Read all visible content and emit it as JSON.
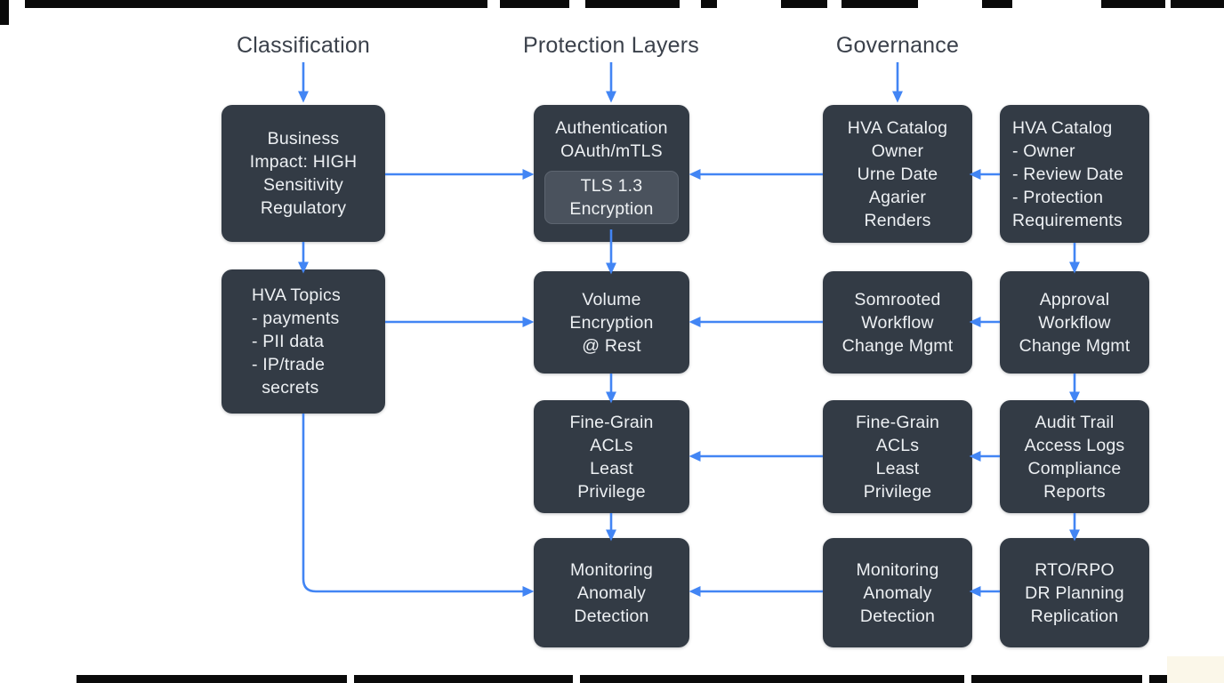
{
  "palette": {
    "box_bg": "#333b45",
    "box_inner_bg": "#4a525d",
    "arrow_blue": "#4285f4",
    "header_text": "#3b414b",
    "box_text": "#edf0f3",
    "bar_black": "#0a0a0a",
    "corner_cream": "#fbf7e9",
    "page_bg": "#ffffff"
  },
  "headers": [
    {
      "label": "Classification"
    },
    {
      "label": "Protection Layers"
    },
    {
      "label": "Governance"
    }
  ],
  "boxes": [
    {
      "id": "business-impact",
      "align": "center",
      "lines": [
        "Business",
        "Impact: HIGH",
        "Sensitivity",
        "Regulatory"
      ]
    },
    {
      "id": "hva-topics",
      "align": "left",
      "lines": [
        "HVA Topics",
        "- payments",
        "- PII data",
        "- IP/trade",
        "  secrets"
      ]
    },
    {
      "id": "authentication",
      "align": "center",
      "lines": [
        "Authentication",
        "OAuth/mTLS"
      ],
      "inner": {
        "id": "tls-encryption",
        "lines": [
          "TLS 1.3",
          "Encryption"
        ]
      }
    },
    {
      "id": "volume-encryption",
      "align": "center",
      "lines": [
        "Volume",
        "Encryption",
        "@ Rest"
      ]
    },
    {
      "id": "fine-grain-acls",
      "align": "center",
      "lines": [
        "Fine-Grain",
        "ACLs",
        "Least",
        "Privilege"
      ]
    },
    {
      "id": "monitoring",
      "align": "center",
      "lines": [
        "Monitoring",
        "Anomaly",
        "Detection"
      ]
    },
    {
      "id": "hva-catalog-owner",
      "align": "center",
      "lines": [
        "HVA Catalog",
        "Owner",
        "Urne Date",
        "Agarier",
        "Renders"
      ]
    },
    {
      "id": "somrooted-workflow",
      "align": "center",
      "lines": [
        "Somrooted",
        "Workflow",
        "Change Mgmt"
      ]
    },
    {
      "id": "fine-grain-acls-2",
      "align": "center",
      "lines": [
        "Fine-Grain",
        "ACLs",
        "Least",
        "Privilege"
      ]
    },
    {
      "id": "monitoring-2",
      "align": "center",
      "lines": [
        "Monitoring",
        "Anomaly",
        "Detection"
      ]
    },
    {
      "id": "hva-catalog-list",
      "align": "left",
      "lines": [
        "HVA Catalog",
        "- Owner",
        "- Review Date",
        "- Protection",
        "Requirements"
      ]
    },
    {
      "id": "approval-workflow",
      "align": "center",
      "lines": [
        "Approval",
        "Workflow",
        "Change Mgmt"
      ]
    },
    {
      "id": "audit-trail",
      "align": "center",
      "lines": [
        "Audit Trail",
        "Access Logs",
        "Compliance",
        "Reports"
      ]
    },
    {
      "id": "rto-rpo",
      "align": "center",
      "lines": [
        "RTO/RPO",
        "DR Planning",
        "Replication"
      ]
    }
  ]
}
